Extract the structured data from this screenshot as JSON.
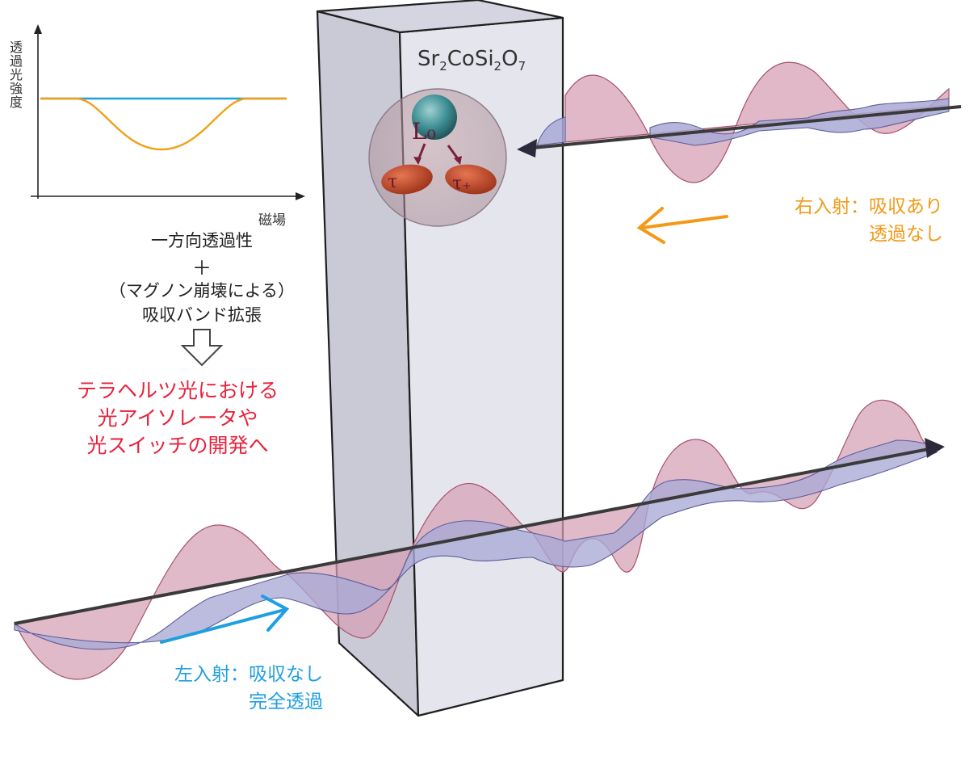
{
  "graph": {
    "y_label": "透過光強度",
    "x_label": "磁場",
    "colors": {
      "flat": "#1e9fe0",
      "dip": "#f2a018"
    }
  },
  "effect": {
    "line1": "一方向透過性",
    "plus": "＋",
    "line3": "（マグノン崩壊による）",
    "line4": "吸収バンド拡張"
  },
  "application": {
    "line1": "テラヘルツ光における",
    "line2": "光アイソレータや",
    "line3": "光スイッチの開発へ",
    "color": "#e8213b"
  },
  "material": {
    "p1": "Sr",
    "s1": "2",
    "p2": "Co",
    "p3": "Si",
    "s2": "2",
    "p4": "O",
    "s3": "7"
  },
  "orbitals": {
    "top": "L₀",
    "bottom_left": "τ",
    "bottom_right": "τ₊"
  },
  "right_incidence": {
    "line1": "右入射：吸収あり",
    "line2": "透過なし",
    "color": "#f29a17"
  },
  "left_incidence": {
    "line1": "左入射：吸収なし",
    "line2": "完全透過",
    "color": "#1e9fe0"
  },
  "wave_colors": {
    "pink": "#d9a7ba",
    "purple": "#9d9fd3",
    "axis": "#3a3a3a"
  }
}
